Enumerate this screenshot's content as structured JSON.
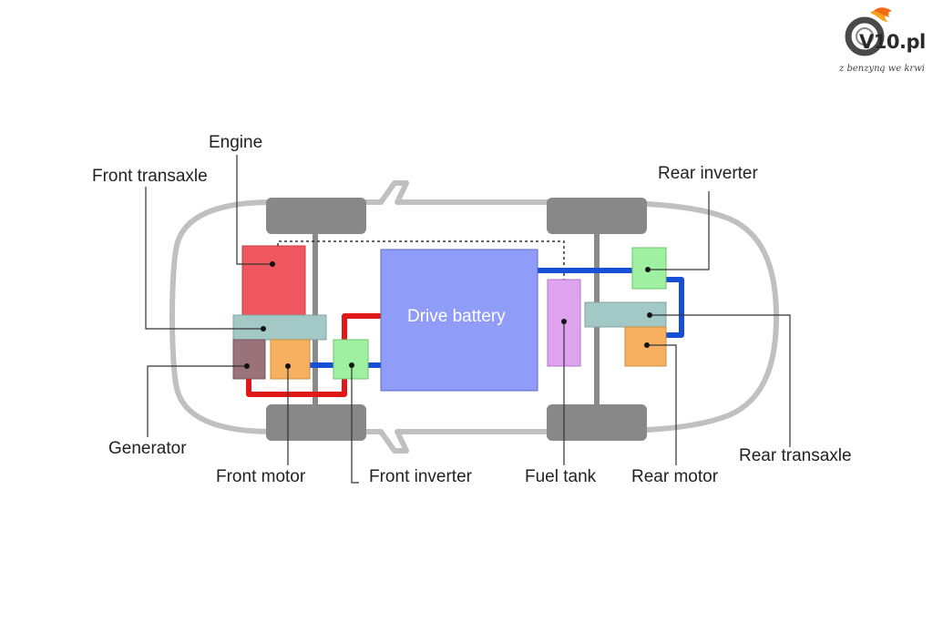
{
  "logo": {
    "wordmark": "V10.pl",
    "tagline": "z benzyną we krwi"
  },
  "labels": {
    "engine": "Engine",
    "front_transaxle": "Front transaxle",
    "generator": "Generator",
    "front_motor": "Front motor",
    "front_inverter": "Front inverter",
    "drive_battery": "Drive battery",
    "fuel_tank": "Fuel tank",
    "rear_motor": "Rear motor",
    "rear_transaxle": "Rear transaxle",
    "rear_inverter": "Rear inverter"
  },
  "colors": {
    "body_outline": "#c0c0c0",
    "wheel": "#888888",
    "engine": "#f0565e",
    "transaxle": "#a3c9c6",
    "generator": "#9a7279",
    "motor": "#f6b060",
    "inverter": "#9ff0a0",
    "battery": "#8f9cf8",
    "fuel_tank": "#dfa3f0",
    "high_voltage_red": "#e01818",
    "low_voltage_blue": "#1750d6",
    "fuel_line": "#333333"
  }
}
